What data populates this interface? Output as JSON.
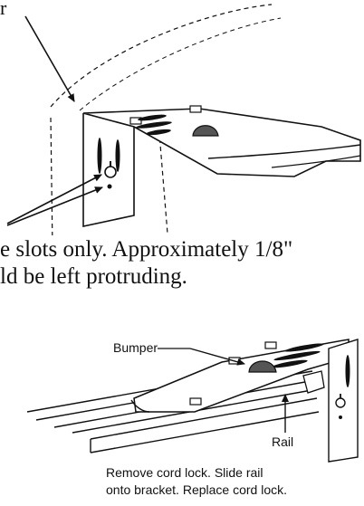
{
  "top_figure": {
    "callout_fragment": "r"
  },
  "instruction": {
    "line1": "e slots only. Approximately 1/8\"",
    "line2": "ld be left protruding."
  },
  "bottom_figure": {
    "bumper_label": "Bumper",
    "rail_label": "Rail",
    "caption_line1": "Remove cord lock. Slide rail",
    "caption_line2": "onto bracket. Replace cord lock."
  },
  "colors": {
    "ink": "#111111",
    "bumper_fill": "#555555",
    "background": "#ffffff"
  }
}
